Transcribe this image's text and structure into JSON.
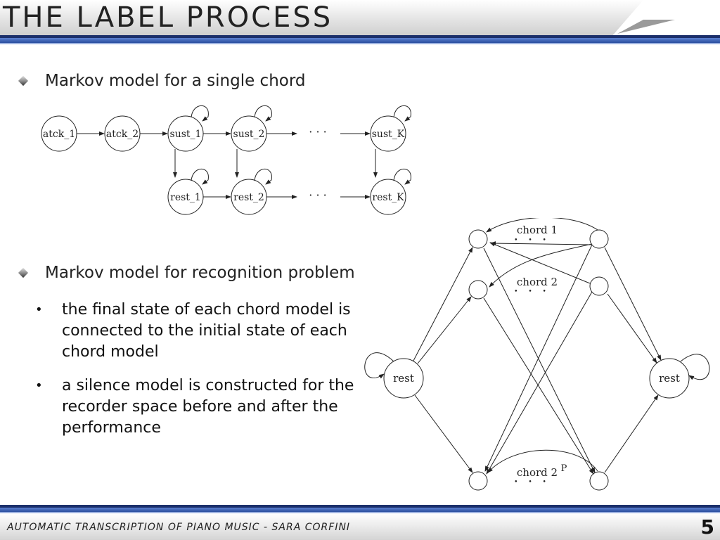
{
  "slide": {
    "title": "THE LABEL PROCESS",
    "bullet1": "Markov model for a single chord",
    "bullet2": "Markov model for recognition problem",
    "sub1": "the final state of each chord model is connected to the initial state of each chord model",
    "sub2": "a silence model is constructed for the recorder space before and after the performance",
    "footer": "AUTOMATIC TRANSCRIPTION OF PIANO MUSIC  -  SARA CORFINI",
    "page_number": "5"
  },
  "chain_diagram": {
    "top_states": [
      "atck_1",
      "atck_2",
      "sust_1",
      "sust_2",
      "sust_K"
    ],
    "bottom_states": [
      "rest_1",
      "rest_2",
      "rest_K"
    ],
    "ellipsis": "· · ·"
  },
  "network_diagram": {
    "left_label": "rest",
    "right_label": "rest",
    "chord_labels": [
      "chord 1",
      "chord 2",
      "chord 2"
    ],
    "superscript": "P",
    "dots": "• • •"
  }
}
